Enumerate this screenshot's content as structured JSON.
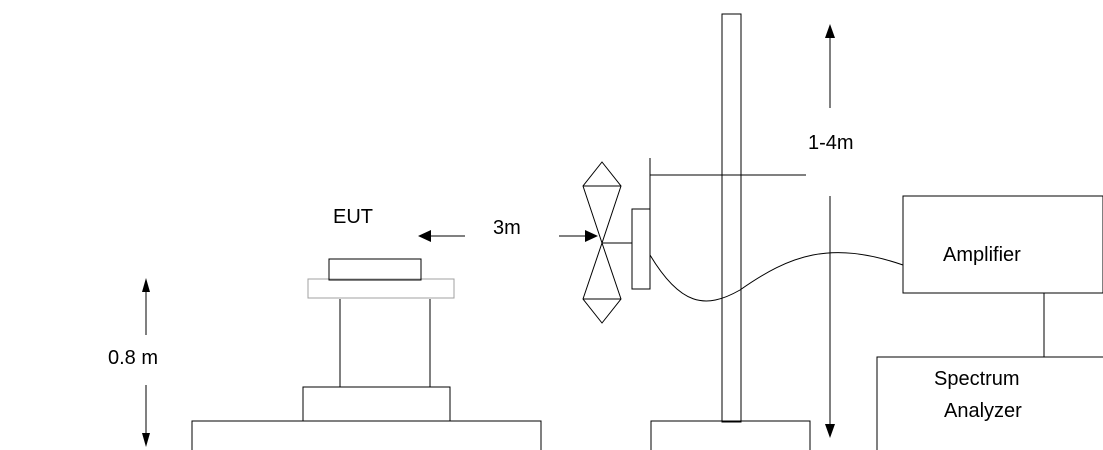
{
  "labels": {
    "eut": "EUT",
    "distance": "3m",
    "antenna_height": "1-4m",
    "table_height": "0.8 m",
    "amplifier": "Amplifier",
    "spectrum_analyzer_line1": "Spectrum",
    "spectrum_analyzer_line2": "Analyzer"
  },
  "colors": {
    "line": "#000000",
    "support_plate": "#a0a0a0",
    "background": "#ffffff"
  }
}
